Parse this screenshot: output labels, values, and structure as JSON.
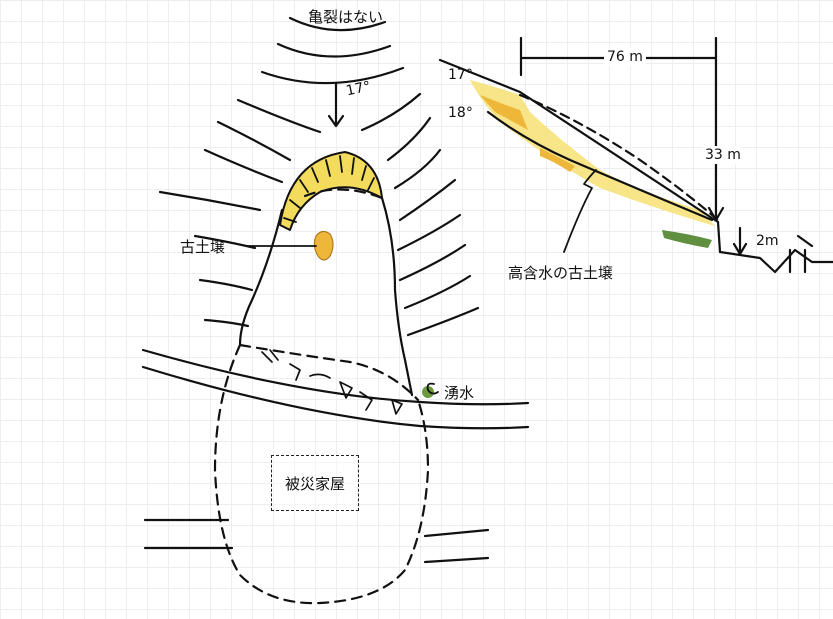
{
  "plan_view": {
    "top_note": "亀裂はない",
    "slope_angle": "17°",
    "old_soil_label": "古土壌",
    "spring_label": "湧水",
    "damaged_house_label": "被災家屋"
  },
  "section_view": {
    "angle_upper": "17°",
    "angle_lower": "18°",
    "horizontal_distance": "76 m",
    "vertical_height": "33 m",
    "step_height": "2m",
    "soil_label": "高含水の古土壌"
  },
  "colors": {
    "ink": "#111111",
    "old_soil_yellow": "#f3dc5c",
    "old_soil_orange": "#efb73a",
    "spring_green": "#6c9a3c",
    "section_green": "#5f8f3f"
  }
}
